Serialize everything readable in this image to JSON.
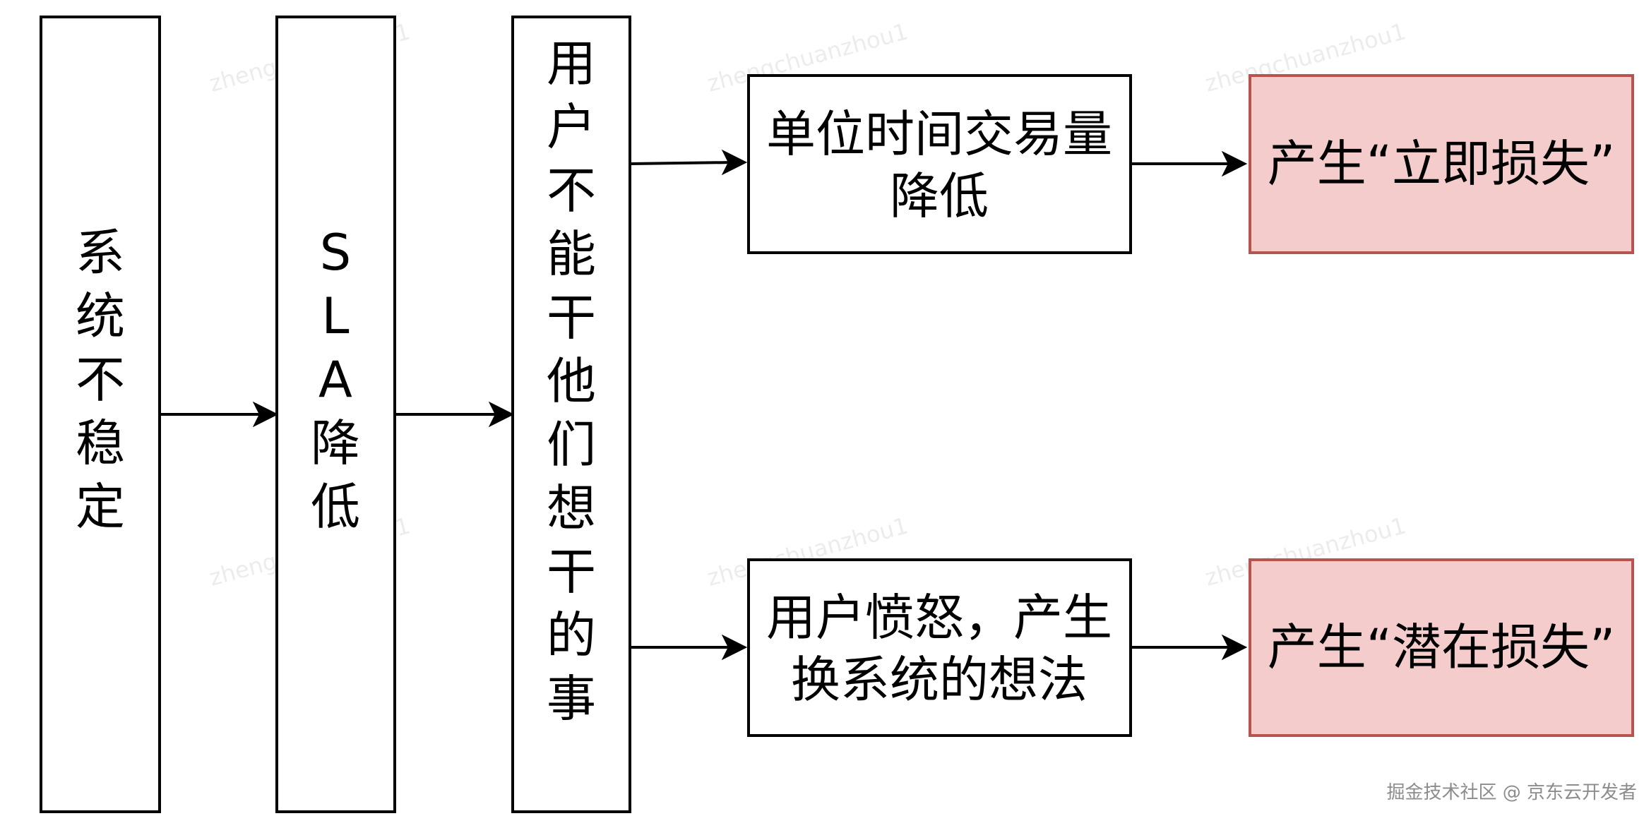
{
  "watermark": "zhengchuanzhou1",
  "footer": "掘金技术社区 @ 京东云开发者",
  "colors": {
    "stroke": "#000000",
    "loss_fill": "#f4cccc",
    "loss_stroke": "#b85450"
  },
  "nodes": {
    "unstable": "系统不稳定",
    "sla_drop": "SLA降低",
    "user_blocked": "用户不能干他们想干的事",
    "tx_drop": "单位时间交易量降低",
    "user_angry": "用户愤怒，产生换系统的想法",
    "immediate_loss": "产生“立即损失”",
    "potential_loss": "产生“潜在损失”"
  }
}
